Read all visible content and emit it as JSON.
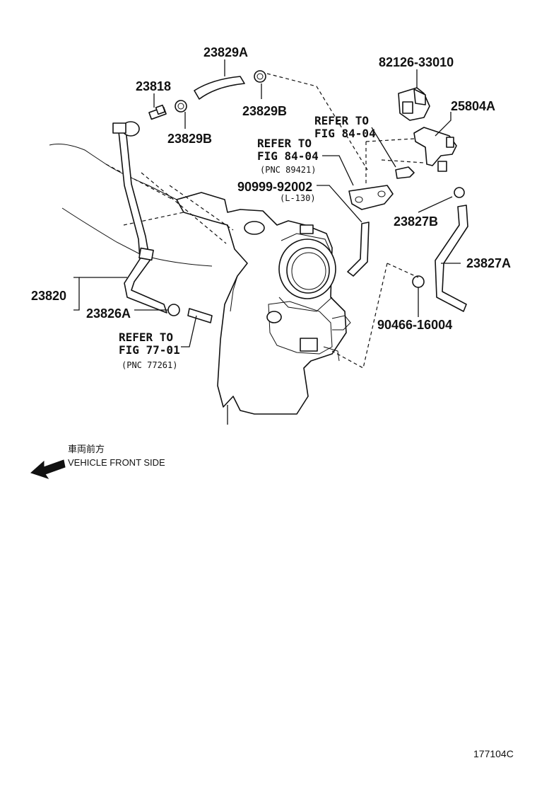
{
  "labels": {
    "p23829A": "23829A",
    "p23818": "23818",
    "p23829B_top": "23829B",
    "p23829B_left": "23829B",
    "p82126": "82126-33010",
    "p25804A": "25804A",
    "p90999": "90999-92002",
    "p90999_sub": "(L-130)",
    "p23827B": "23827B",
    "p23827A": "23827A",
    "p23820": "23820",
    "p23826A": "23826A",
    "p90466": "90466-16004"
  },
  "refs": {
    "ref1": {
      "line1": "REFER TO",
      "line2": "FIG 84-04"
    },
    "ref2": {
      "line1": "REFER TO",
      "line2": "FIG 84-04",
      "pnc": "(PNC 89421)"
    },
    "ref3": {
      "line1": "REFER TO",
      "line2": "FIG 77-01",
      "pnc": "(PNC 77261)"
    }
  },
  "front": {
    "japanese": "車両前方",
    "english": "VEHICLE FRONT SIDE"
  },
  "diagram_code": "177104C"
}
